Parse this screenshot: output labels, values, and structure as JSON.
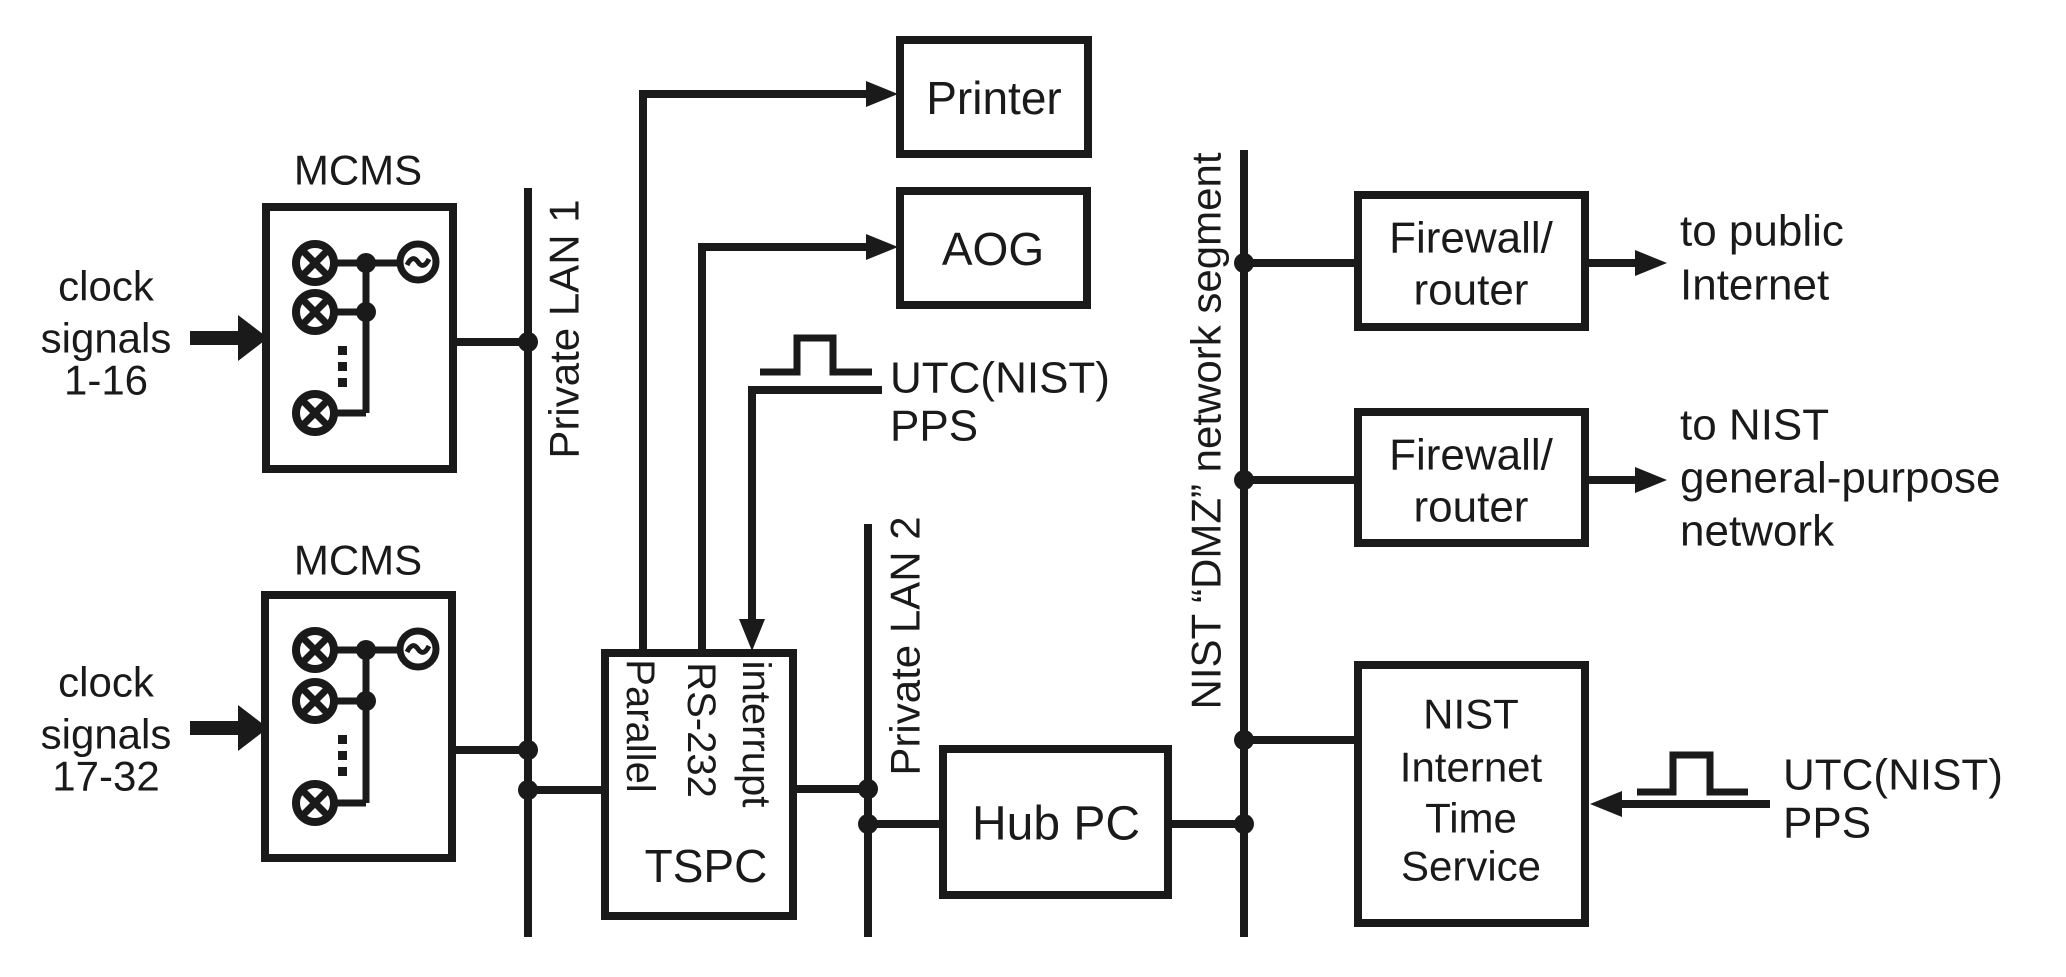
{
  "colors": {
    "ink": "#1a1a1a",
    "background": "#ffffff"
  },
  "nodes": {
    "mcms_top": {
      "label": "MCMS"
    },
    "mcms_bottom": {
      "label": "MCMS"
    },
    "printer": {
      "label": "Printer"
    },
    "aog": {
      "label": "AOG"
    },
    "tspc": {
      "label": "TSPC",
      "ports": [
        "Parallel",
        "RS-232",
        "interrupt"
      ]
    },
    "hub_pc": {
      "label": "Hub PC"
    },
    "firewall_top": {
      "lines": [
        "Firewall/",
        "router"
      ]
    },
    "firewall_bottom": {
      "lines": [
        "Firewall/",
        "router"
      ]
    },
    "its": {
      "lines": [
        "NIST",
        "Internet",
        "Time",
        "Service"
      ]
    }
  },
  "buses": {
    "private_lan1": "Private LAN 1",
    "private_lan2": "Private LAN 2",
    "dmz": "NIST “DMZ” network segment"
  },
  "inputs": {
    "clock_1_16": [
      "clock",
      "signals",
      "1-16"
    ],
    "clock_17_32": [
      "clock",
      "signals",
      "17-32"
    ]
  },
  "outputs": {
    "public_internet": [
      "to public",
      "Internet"
    ],
    "nist_network": [
      "to NIST",
      "general-purpose",
      "network"
    ]
  },
  "signals": {
    "pps_to_tspc": [
      "UTC(NIST)",
      "PPS"
    ],
    "pps_to_its": [
      "UTC(NIST)",
      "PPS"
    ]
  }
}
